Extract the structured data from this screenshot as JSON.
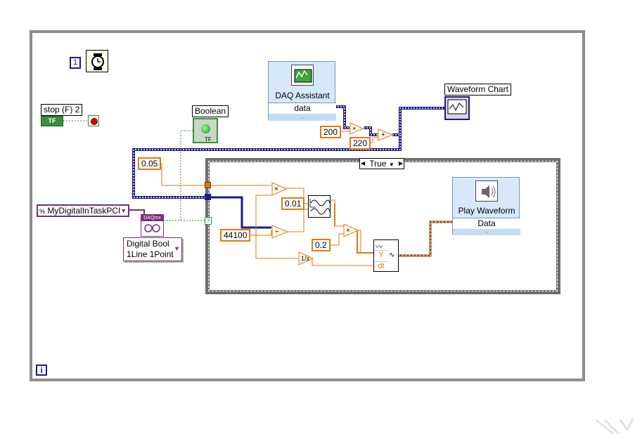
{
  "while_loop": {
    "iteration_label": "i",
    "wait_constant": "1",
    "stop_control": {
      "label": "stop (F) 2",
      "type_tag": "TF"
    }
  },
  "boolean_indicator": {
    "label": "Boolean",
    "type_tag": "TF"
  },
  "waveform_chart": {
    "label": "Waveform Chart"
  },
  "daq_assistant": {
    "label": "DAQ Assistant",
    "output": "data"
  },
  "constants": {
    "c200": "200",
    "c220": "220",
    "c005": "0.05",
    "c44100": "44100",
    "c001": "0.01",
    "c02": "0.2"
  },
  "task_control": {
    "value": "MyDigitalInTaskPCI",
    "prefix": "%"
  },
  "daqmx_read": {
    "glyph": "DAQmx",
    "mode_line1": "Digital Bool",
    "mode_line2": "1Line 1Point"
  },
  "case_structure": {
    "selector": "True",
    "terminal": "?"
  },
  "play_waveform": {
    "label": "Play Waveform",
    "input": "Data"
  },
  "build_waveform": {
    "y": "Y",
    "dt": "dt"
  },
  "colors": {
    "orange_wire": "#e07a10",
    "daq_wire": "#1a1a8c",
    "boolean_wire": "#3a8f3a",
    "task_wire": "#7a2c7a",
    "waveform_wire": "#8b3a00"
  }
}
